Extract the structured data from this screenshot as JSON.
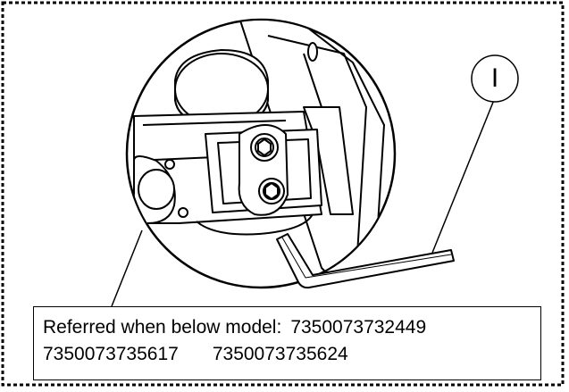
{
  "callout": {
    "label": "I"
  },
  "note": {
    "prefix": "Referred when below model:",
    "models": [
      "7350073732449",
      "7350073735617",
      "7350073735624"
    ]
  }
}
